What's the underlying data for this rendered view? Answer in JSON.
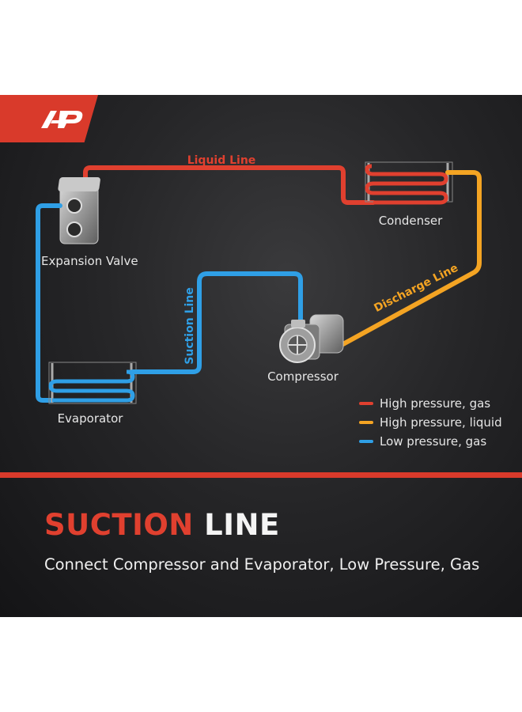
{
  "brand": {
    "logo_text": "A-P",
    "color": "#d93a2b"
  },
  "diagram": {
    "labels": {
      "liquid_line": "Liquid Line",
      "condenser": "Condenser",
      "expansion_valve": "Expansion Valve",
      "suction_line": "Suction Line",
      "discharge_line": "Discharge Line",
      "compressor": "Compressor",
      "evaporator": "Evaporator"
    },
    "colors": {
      "high_pressure_gas": "#e0402f",
      "high_pressure_liquid": "#f4a423",
      "low_pressure_gas": "#2f9fe6"
    }
  },
  "legend": {
    "items": [
      {
        "label": "High pressure, gas",
        "color": "#e0402f"
      },
      {
        "label": "High pressure, liquid",
        "color": "#f4a423"
      },
      {
        "label": "Low pressure, gas",
        "color": "#2f9fe6"
      }
    ]
  },
  "caption": {
    "title_accent": "SUCTION",
    "title_rest": "LINE",
    "subtitle": "Connect Compressor and Evaporator, Low Pressure, Gas"
  }
}
